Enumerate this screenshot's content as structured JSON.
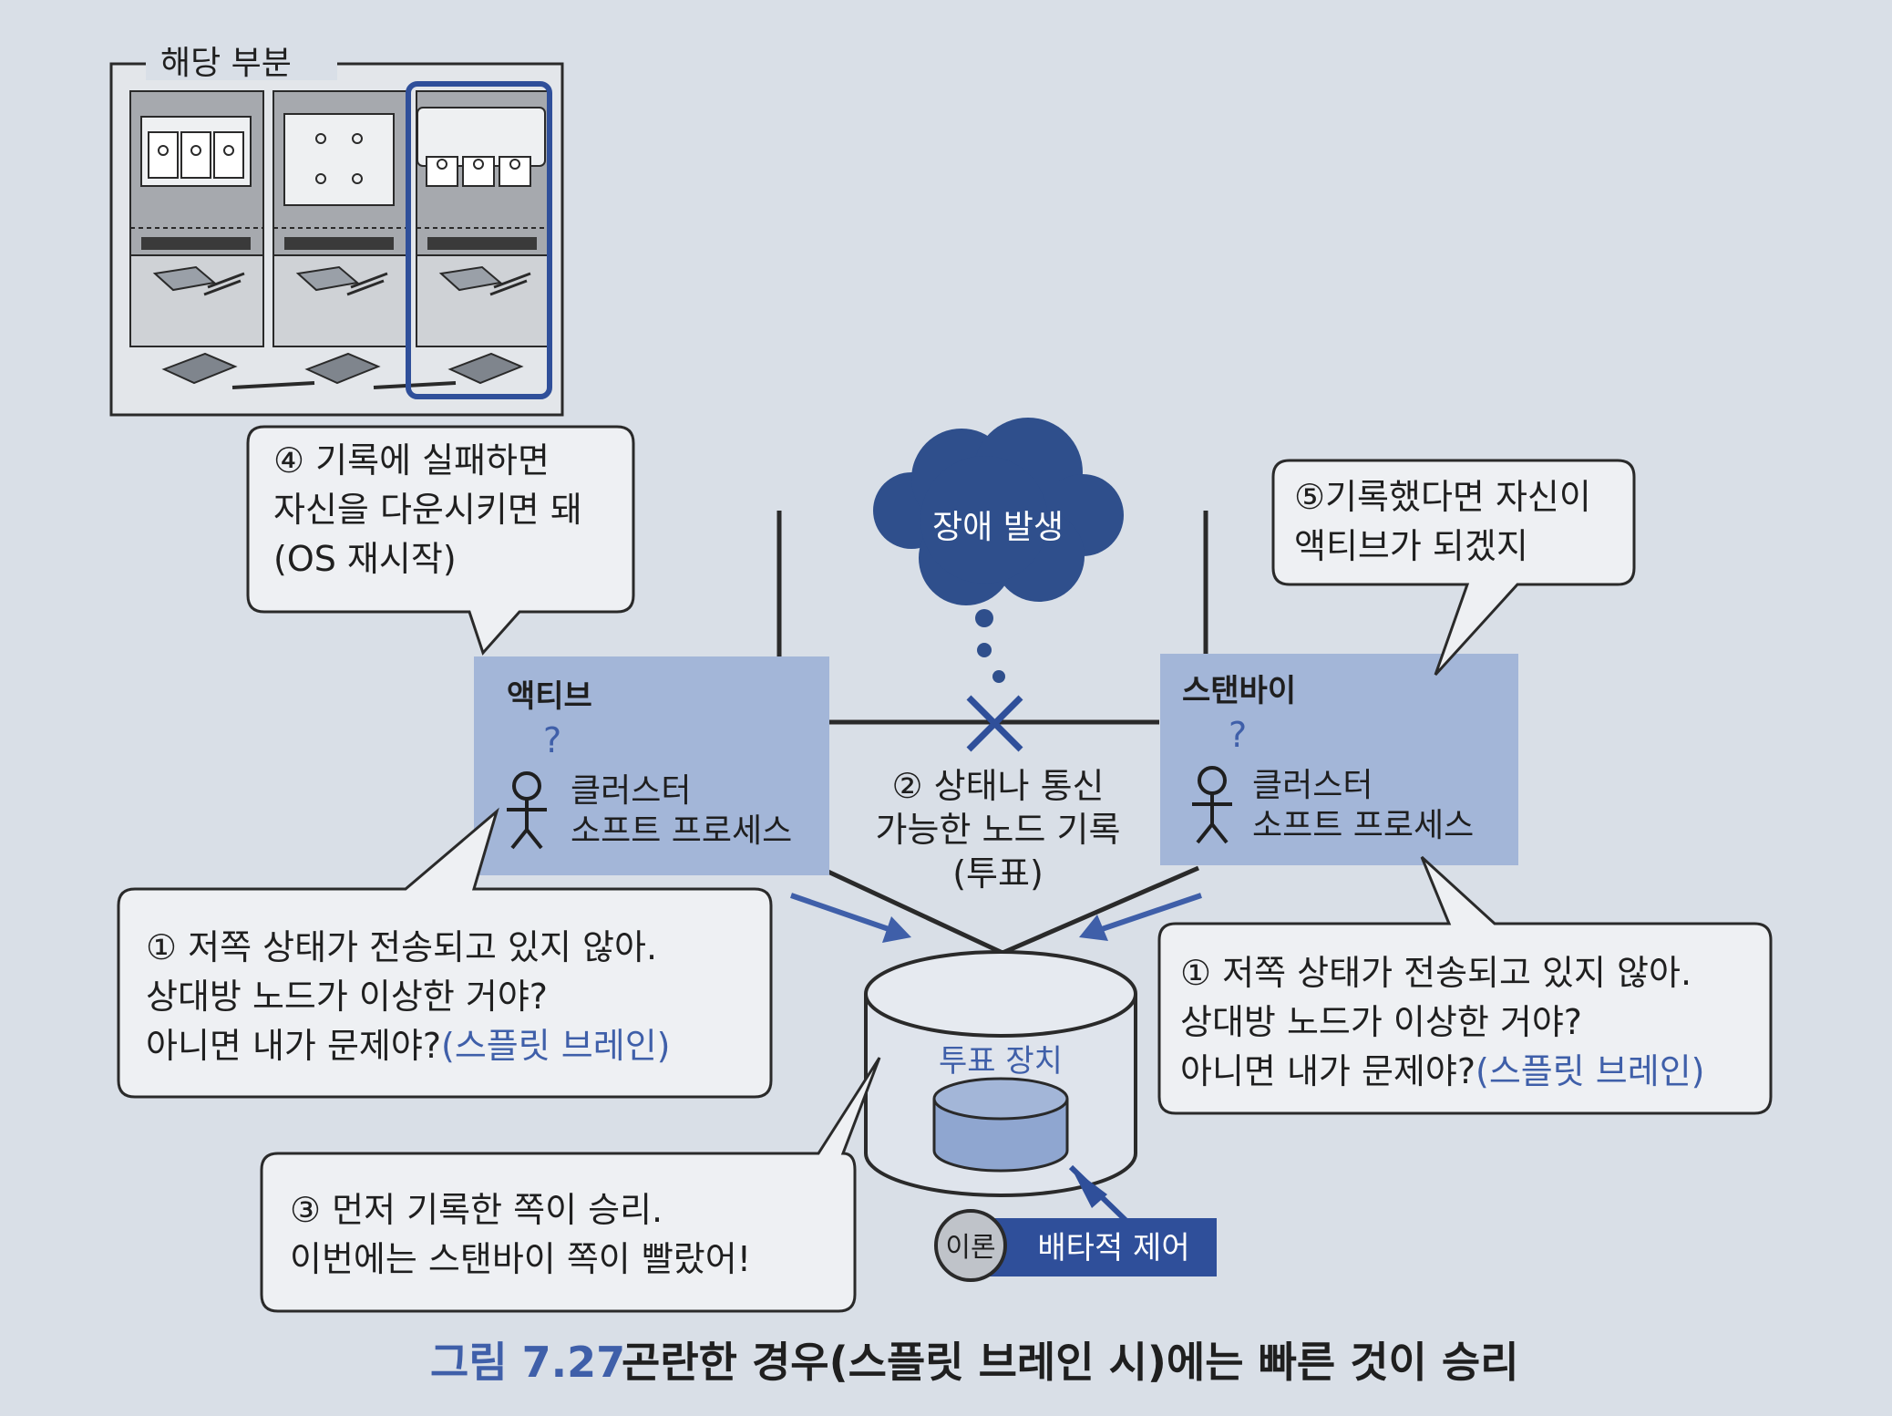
{
  "inset": {
    "title": "해당 부분"
  },
  "cloud": {
    "label": "장애 발생"
  },
  "active_node": {
    "title": "액티브",
    "question_mark": "?",
    "process_label": [
      "클러스터",
      "소프트 프로세스"
    ]
  },
  "standby_node": {
    "title": "스탠바이",
    "question_mark": "?",
    "process_label": [
      "클러스터",
      "소프트 프로세스"
    ]
  },
  "center_label": [
    "② 상태나 통신",
    "가능한 노드 기록",
    "(투표)"
  ],
  "voting_device": {
    "label": "투표 장치"
  },
  "bubbles": {
    "step4": [
      "④ 기록에 실패하면",
      "자신을 다운시키면 돼",
      "(OS 재시작)"
    ],
    "step5": [
      "⑤기록했다면 자신이",
      "액티브가 되겠지"
    ],
    "step1_left": {
      "line1": "① 저쪽 상태가 전송되고 있지 않아.",
      "line2": "상대방 노드가 이상한 거야?",
      "line3_main": "아니면 내가 문제야?",
      "line3_accent": "(스플릿 브레인)"
    },
    "step1_right": {
      "line1": "① 저쪽 상태가 전송되고 있지 않아.",
      "line2": "상대방 노드가 이상한 거야?",
      "line3_main": "아니면 내가 문제야?",
      "line3_accent": "(스플릿 브레인)"
    },
    "step3": [
      "③ 먼저 기록한 쪽이 승리.",
      "이번에는 스탠바이 쪽이 빨랐어!"
    ]
  },
  "theory_tag": {
    "badge": "이론",
    "label": "배타적 제어"
  },
  "caption": {
    "number": "그림 7.27",
    "text": "곤란한 경우(스플릿 브레인 시)에는 빠른 것이 승리"
  },
  "colors": {
    "background": "#d9dfe7",
    "node_fill": "#a3b6d8",
    "cloud_fill": "#2f4f8c",
    "accent": "#3f5fa9",
    "tag_fill": "#2f4f9a",
    "line": "#2a2a2a"
  }
}
